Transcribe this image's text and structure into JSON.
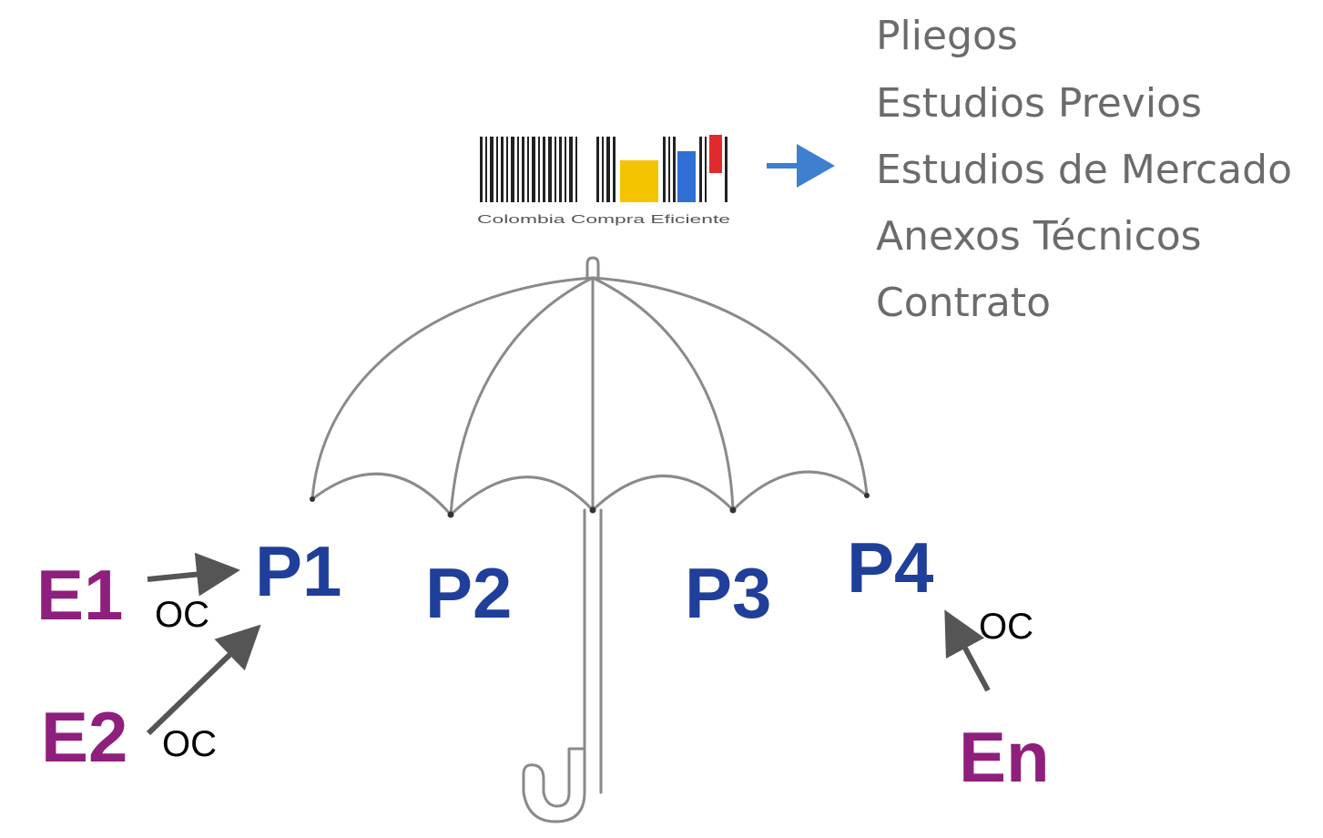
{
  "logo": {
    "caption": "Colombia Compra Eficiente",
    "colors": {
      "bars": "#222222",
      "yellow": "#f5c400",
      "blue": "#2f6fd6",
      "red": "#e12b2b"
    }
  },
  "documents": [
    "Pliegos",
    "Estudios Previos",
    "Estudios de Mercado",
    "Anexos Técnicos",
    "Contrato"
  ],
  "providers": [
    "P1",
    "P2",
    "P3",
    "P4"
  ],
  "entities": [
    "E1",
    "E2",
    "En"
  ],
  "arrow_label": "OC",
  "colors": {
    "provider": "#1f3f9a",
    "entity": "#8e1f7c",
    "doc_text": "#6b6b6b",
    "pointer_arrow": "#3e7fcf",
    "oc_arrow": "#555555",
    "umbrella": "#8a8a8a"
  }
}
